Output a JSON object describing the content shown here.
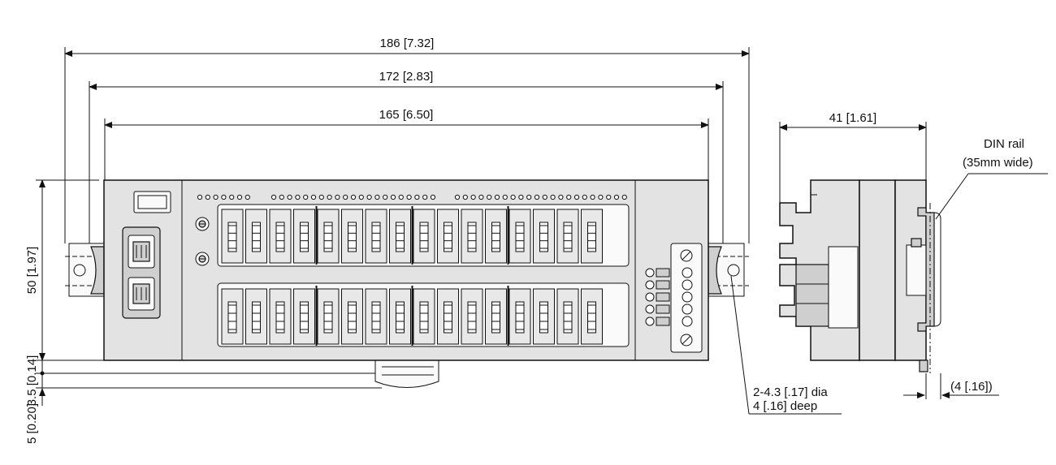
{
  "dimensions": {
    "overall_width": "186 [7.32]",
    "rail_width": "172 [2.83]",
    "mount_pitch": "165 [6.50]",
    "height": "50 [1.97]",
    "bottom_offset": "3.5 [0.14]",
    "bottom_margin": "5 [0.20]",
    "side_depth": "41 [1.61]",
    "rail_offset": "(4 [.16])"
  },
  "callouts": {
    "din_rail_line1": "DIN rail",
    "din_rail_line2": "(35mm wide)",
    "hole_line1": "2-4.3 [.17] dia",
    "hole_line2": "4 [.16] deep"
  },
  "colors": {
    "line": "#111111",
    "body": "#e3e3e3",
    "panel": "#cfcfcf"
  }
}
